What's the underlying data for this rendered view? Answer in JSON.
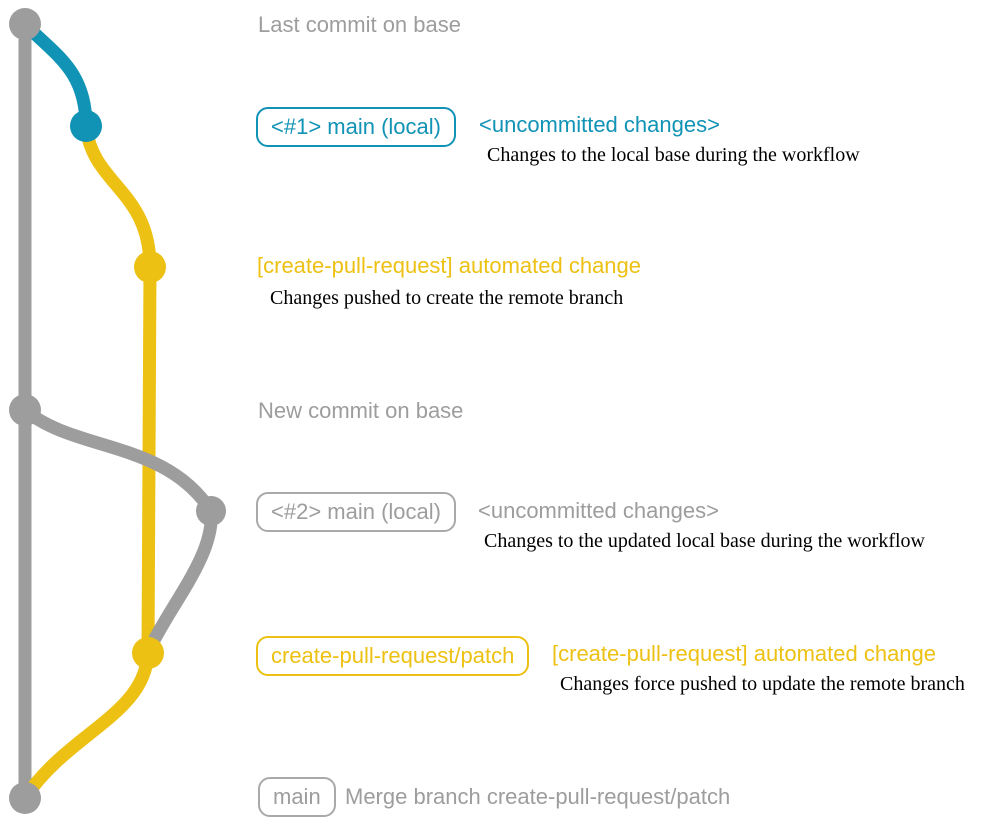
{
  "colors": {
    "teal": "#1193b5",
    "yellow": "#edc113",
    "gray": "#9d9d9d",
    "gray_border": "#a9a9a9",
    "text_black": "#000000",
    "background": "#ffffff"
  },
  "graph": {
    "branches": [
      {
        "name": "base-branch",
        "color": "gray"
      },
      {
        "name": "local-uncommitted-changes",
        "colors": [
          "teal",
          "gray"
        ]
      },
      {
        "name": "create-pull-request-patch-branch",
        "color": "yellow"
      }
    ],
    "nodes": [
      {
        "name": "last-commit-on-base",
        "color": "gray"
      },
      {
        "name": "main-local-1-uncommitted",
        "color": "teal"
      },
      {
        "name": "automated-change-1",
        "color": "yellow"
      },
      {
        "name": "new-commit-on-base",
        "color": "gray"
      },
      {
        "name": "main-local-2-uncommitted",
        "color": "gray"
      },
      {
        "name": "automated-change-2",
        "color": "yellow"
      },
      {
        "name": "merge-commit",
        "color": "gray"
      }
    ]
  },
  "annotations": {
    "last_commit_label": "Last commit on base",
    "uncommitted_1": {
      "badge": "<#1> main (local)",
      "headline": "<uncommitted changes>",
      "description": "Changes to the local base during the workflow"
    },
    "automated_1": {
      "headline": "[create-pull-request] automated change",
      "description": "Changes pushed to create the remote branch"
    },
    "new_commit_label": "New commit on base",
    "uncommitted_2": {
      "badge": "<#2> main (local)",
      "headline": "<uncommitted changes>",
      "description": "Changes to the updated local base during the workflow"
    },
    "automated_2": {
      "badge": "create-pull-request/patch",
      "headline": "[create-pull-request] automated change",
      "description": "Changes force pushed to update the remote branch"
    },
    "merge": {
      "badge": "main",
      "headline": "Merge branch create-pull-request/patch"
    }
  }
}
